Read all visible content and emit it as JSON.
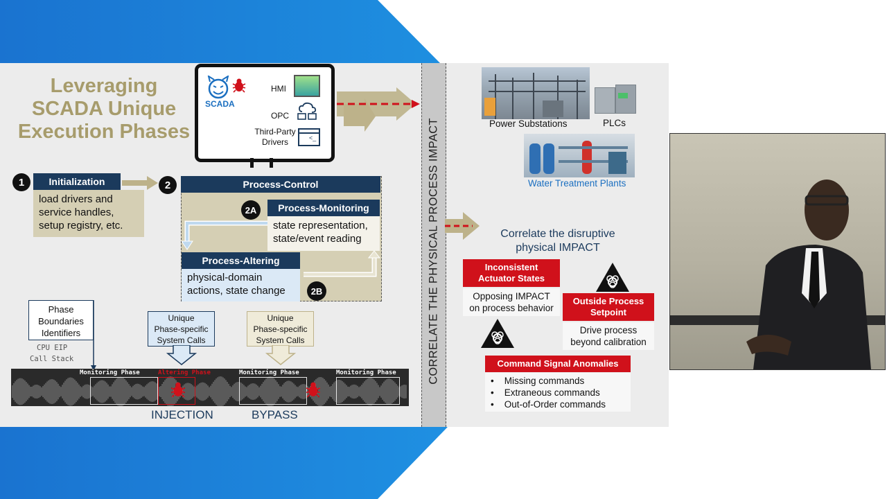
{
  "slide": {
    "title_lines": [
      "Leveraging",
      "SCADA Unique",
      "Execution Phases"
    ]
  },
  "monitor": {
    "scada_label": "SCADA",
    "hmi_label": "HMI",
    "opc_label": "OPC",
    "drivers_label_line1": "Third-Party",
    "drivers_label_line2": "Drivers"
  },
  "flow": {
    "step1_number": "1",
    "initialization_header": "Initialization",
    "initialization_body": [
      "load drivers and",
      "service handles,",
      "setup registry, etc."
    ],
    "step2_number": "2",
    "process_control_header": "Process-Control",
    "step2a_number": "2A",
    "monitoring_header": "Process-Monitoring",
    "monitoring_body": [
      "state representation,",
      "state/event reading"
    ],
    "altering_header": "Process-Altering",
    "altering_body": [
      "physical-domain",
      "actions, state change"
    ],
    "step2b_number": "2B"
  },
  "timeline": {
    "phase_boundaries": [
      "Phase",
      "Boundaries",
      "Identifiers"
    ],
    "cpu_lines": [
      "CPU EIP",
      "Call Stack"
    ],
    "unique_calls_1": [
      "Unique",
      "Phase-specific",
      "System Calls"
    ],
    "unique_calls_2": [
      "Unique",
      "Phase-specific",
      "System Calls"
    ],
    "segment_labels": [
      "Monitoring Phase",
      "Altering Phase",
      "Monitoring Phase",
      "Monitoring Phase"
    ],
    "injection_label": "INJECTION",
    "bypass_label": "BYPASS"
  },
  "vertical_banner": "CORRELATE THE PHYSICAL PROCESS IMPACT",
  "right_panel": {
    "power_substations": "Power Substations",
    "plcs": "PLCs",
    "water_treatment": "Water Treatment",
    "plants": "Plants",
    "correlate_lines": [
      "Correlate the disruptive",
      "physical IMPACT"
    ],
    "inconsistent_header": [
      "Inconsistent",
      "Actuator States"
    ],
    "inconsistent_body": [
      "Opposing IMPACT",
      "on process behavior"
    ],
    "outside_header": [
      "Outside Process",
      "Setpoint"
    ],
    "outside_body": [
      "Drive process",
      "beyond calibration"
    ],
    "command_header": "Command Signal Anomalies",
    "command_items": [
      "Missing commands",
      "Extraneous commands",
      "Out-of-Order commands"
    ]
  },
  "colors": {
    "accent_blue": "#1976d2",
    "title_khaki": "#a79c6c",
    "navy": "#1b3a5c",
    "alert_red": "#d0111b",
    "light_blue_box": "#dbe9f6",
    "khaki_box": "#d5cfb4"
  }
}
